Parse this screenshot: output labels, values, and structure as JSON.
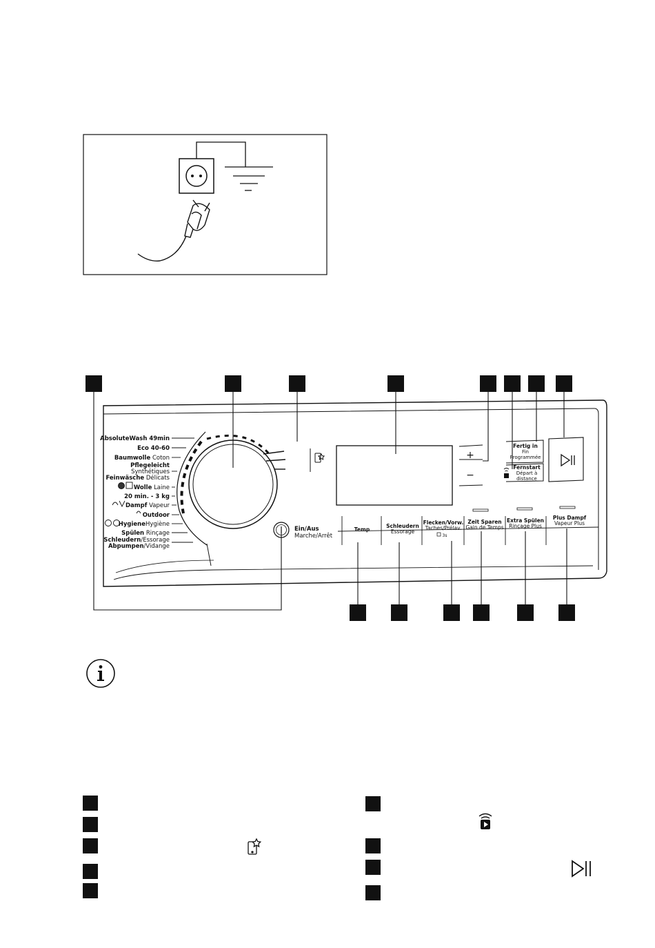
{
  "panel": {
    "programs": [
      {
        "de": "AbsoluteWash 49min",
        "fr": ""
      },
      {
        "de": "Eco 40-60",
        "fr": ""
      },
      {
        "de": "Baumwolle",
        "fr": "Coton"
      },
      {
        "de": "Pflegeleicht",
        "fr": "Synthétiques"
      },
      {
        "de": "Feinwäsche",
        "fr": "Délicats"
      },
      {
        "de": "Wolle",
        "fr": "Laine"
      },
      {
        "de": "20 min. - 3 kg",
        "fr": ""
      },
      {
        "de": "Dampf",
        "fr": "Vapeur"
      },
      {
        "de": "Outdoor",
        "fr": ""
      },
      {
        "de": "Hygiene",
        "fr": "Hygiène"
      },
      {
        "de": "Spülen",
        "fr": "Rinçage"
      },
      {
        "de": "Schleudern",
        "fr": "/Essorage"
      },
      {
        "de": "Abpumpen",
        "fr": "/Vidange"
      }
    ],
    "power": {
      "de": "Ein/Aus",
      "fr": "Marche/Arrêt"
    },
    "buttons": [
      {
        "de": "Temp",
        "fr": ""
      },
      {
        "de": "Schleudern",
        "fr": "Essorage"
      },
      {
        "de": "Flecken/Vorw.",
        "fr": "Taches/Prélav."
      },
      {
        "de": "Zeit Sparen",
        "fr": "Gain de Temps"
      },
      {
        "de": "Extra Spülen",
        "fr": "Rinçage Plus"
      },
      {
        "de": "Plus Dampf",
        "fr": "Vapeur Plus"
      }
    ],
    "lock_hint": "3s",
    "fertig": {
      "de": "Fertig in",
      "fr1": "Fin",
      "fr2": "Programmée"
    },
    "fernstart": {
      "de": "Fernstart",
      "fr1": "Départ à",
      "fr2": "distance"
    },
    "plus_sign": "+",
    "minus_sign": "−"
  },
  "icons": [
    "socket-icon",
    "ground-icon",
    "plug-icon",
    "info-icon",
    "app-star-icon",
    "remote-start-icon",
    "start-pause-icon"
  ]
}
